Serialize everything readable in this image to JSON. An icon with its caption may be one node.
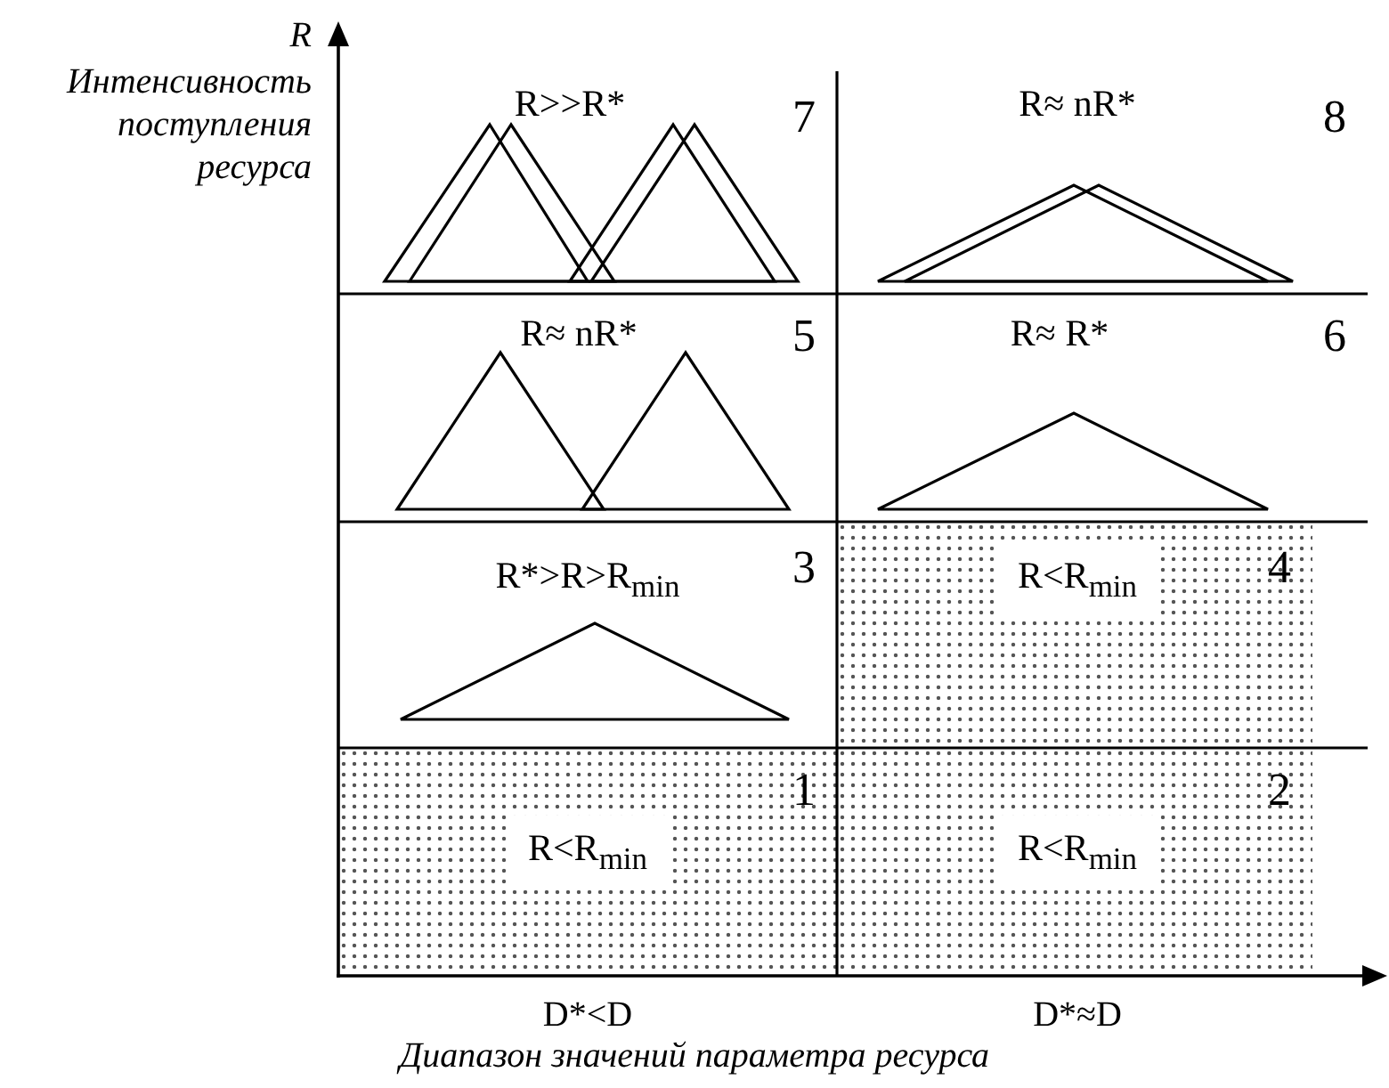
{
  "diagram": {
    "nodes": [
      {
        "text": [
          "R>>R*",
          "7"
        ]
      },
      {
        "text": [
          "R≈ nR*",
          "8"
        ]
      },
      {
        "text": [
          "R≈ nR*",
          "5"
        ]
      },
      {
        "text": [
          "R≈ R*",
          "6"
        ]
      },
      {
        "text": [
          "R*>R>R$_{min}$",
          "3"
        ]
      },
      {
        "text": [
          "R<R$_{min}$",
          "4"
        ]
      },
      {
        "text": [
          "R<R$_{min}$",
          "1"
        ]
      },
      {
        "text": [
          "R<R$_{min}$",
          "2"
        ]
      }
    ],
    "labels": [
      "R",
      "Интенсивность поступления ресурса",
      "D*<D",
      "D*≈D",
      "Диапазон значений параметра ресурса"
    ]
  }
}
